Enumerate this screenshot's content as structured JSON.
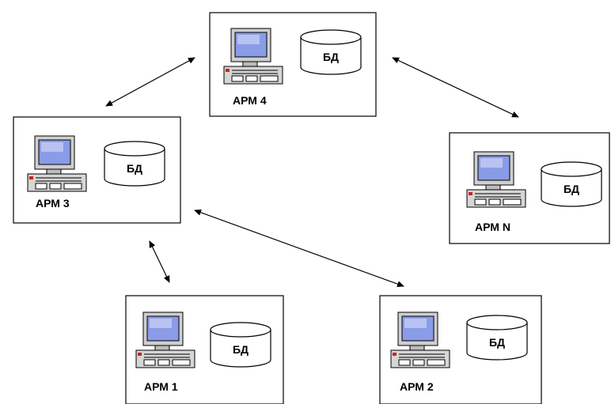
{
  "diagram": {
    "nodes": [
      {
        "id": "arm4",
        "label": "АРМ 4",
        "db_label": "БД"
      },
      {
        "id": "arm3",
        "label": "АРМ 3",
        "db_label": "БД"
      },
      {
        "id": "armn",
        "label": "АРМ N",
        "db_label": "БД"
      },
      {
        "id": "arm1",
        "label": "АРМ 1",
        "db_label": "БД"
      },
      {
        "id": "arm2",
        "label": "АРМ 2",
        "db_label": "БД"
      }
    ],
    "edges": [
      {
        "from": "arm3",
        "to": "arm4",
        "bidirectional": true
      },
      {
        "from": "arm4",
        "to": "armn",
        "bidirectional": true
      },
      {
        "from": "arm3",
        "to": "arm2",
        "bidirectional": true
      },
      {
        "from": "arm3",
        "to": "arm1",
        "bidirectional": true
      }
    ],
    "colors": {
      "box_border": "#000000",
      "screen": "#8a9be8",
      "monitor_body": "#c8c8c8",
      "indicator": "#d02020"
    }
  }
}
